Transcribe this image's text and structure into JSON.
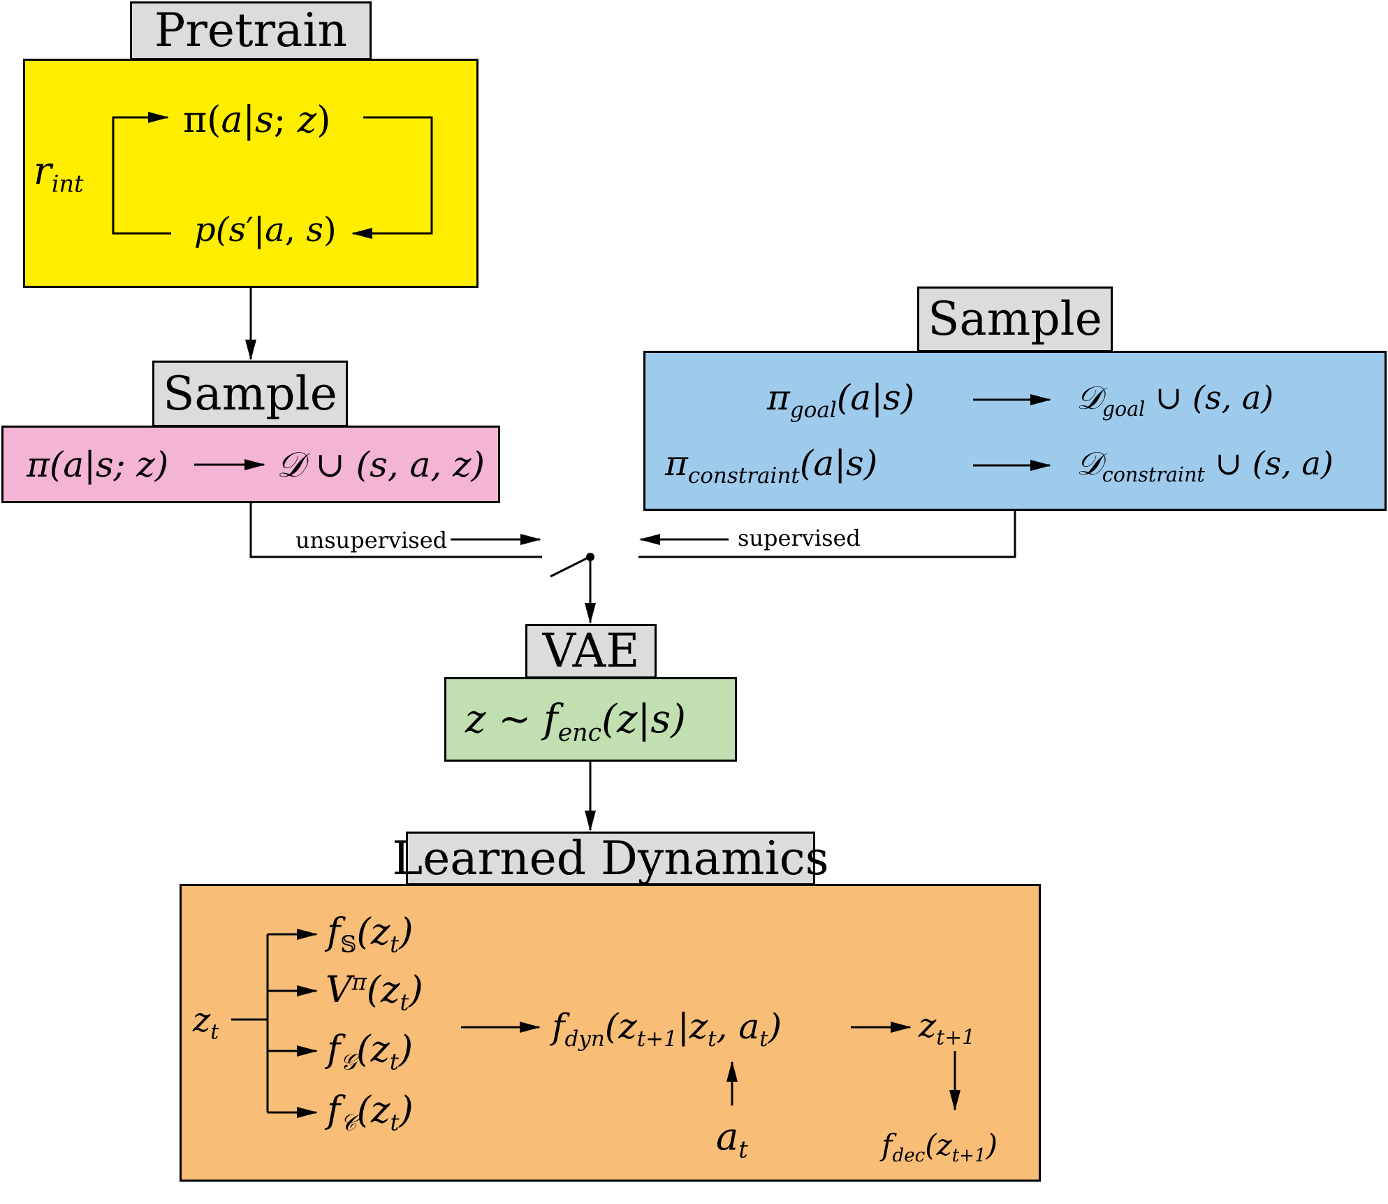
{
  "colors": {
    "pretrain": "#ffee00",
    "sample_left": "#f4b4d4",
    "sample_right": "#9ecaec",
    "vae": "#c2dfb2",
    "dynamics": "#f8bd77",
    "tag": "#dcdcdc"
  },
  "pretrain": {
    "title": "Pretrain",
    "policy": {
      "pre": "π(",
      "v1": "a",
      "bar": "|",
      "v2": "s",
      "semi": "; ",
      "v3": "z",
      "post": ")"
    },
    "reward": {
      "base": "r",
      "sub": "int"
    },
    "transition": {
      "pre": "p(",
      "v1": "s",
      "prime": "′",
      "bar": "|",
      "v2": "a",
      "comma": ", ",
      "v3": "s",
      "post": ")"
    }
  },
  "sample_left": {
    "title": "Sample",
    "lhs": "π(a|s; z)",
    "dset": "𝒟",
    "rhs": " ∪ (s, a, z)"
  },
  "sample_right": {
    "title": "Sample",
    "row1": {
      "pi": "π",
      "pi_sub": "goal",
      "args": "(a|s)",
      "dset": "𝒟",
      "dset_sub": "goal",
      "rhs": " ∪ (s, a)"
    },
    "row2": {
      "pi": "π",
      "pi_sub": "constraint",
      "args": "(a|s)",
      "dset": "𝒟",
      "dset_sub": "constraint",
      "rhs": " ∪ (s, a)"
    }
  },
  "switch": {
    "left_label": "unsupervised",
    "right_label": "supervised"
  },
  "vae": {
    "title": "VAE",
    "formula": {
      "pre": "z ∼ f",
      "sub": "enc",
      "post": "(z|s)"
    }
  },
  "dynamics": {
    "title": "Learned Dynamics",
    "zt": {
      "base": "z",
      "sub": "t"
    },
    "heads": [
      {
        "base": "f",
        "sub": "𝕊",
        "args_pre": "(z",
        "args_sub": "t",
        "args_post": ")"
      },
      {
        "base": "V",
        "sup": "π",
        "args_pre": "(z",
        "args_sub": "t",
        "args_post": ")"
      },
      {
        "base": "f",
        "sub": "𝒢",
        "args_pre": "(z",
        "args_sub": "t",
        "args_post": ")"
      },
      {
        "base": "f",
        "sub": "𝒞",
        "args_pre": "(z",
        "args_sub": "t",
        "args_post": ")"
      }
    ],
    "fdyn": {
      "base": "f",
      "sub": "dyn",
      "a": "(z",
      "a_sub": "t+1",
      "b": "|z",
      "b_sub": "t",
      "c": ", a",
      "c_sub": "t",
      "d": ")"
    },
    "znext": {
      "base": "z",
      "sub": "t+1"
    },
    "at": {
      "base": "a",
      "sub": "t"
    },
    "fdec": {
      "base": "f",
      "sub": "dec",
      "a": "(z",
      "a_sub": "t+1",
      "b": ")"
    }
  }
}
